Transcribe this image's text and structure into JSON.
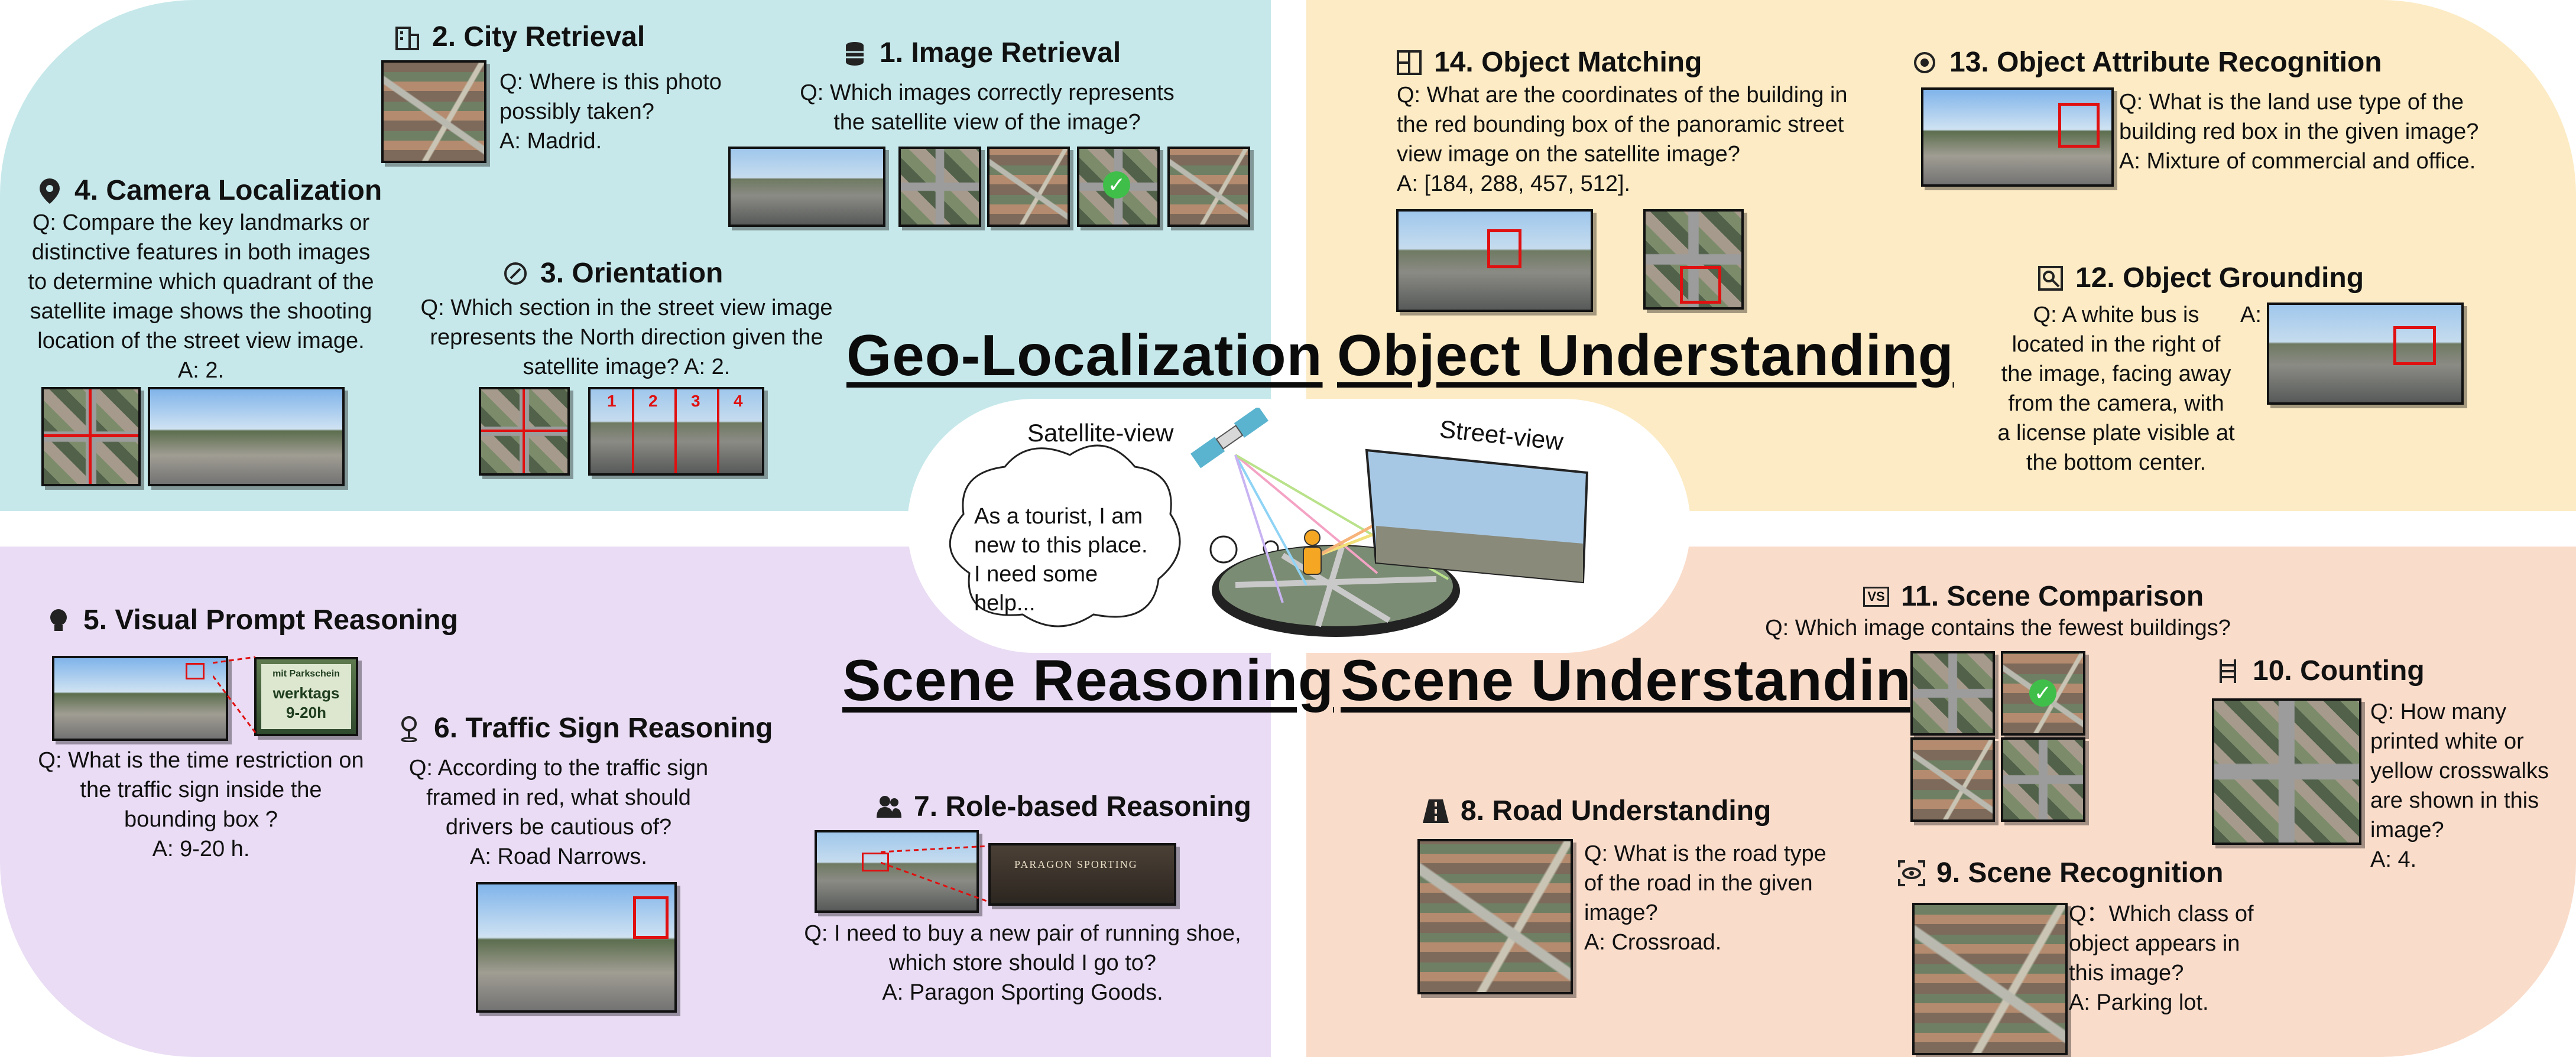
{
  "sections": {
    "geo": "Geo-Localization",
    "object": "Object Understanding",
    "reasoning": "Scene Reasoning",
    "understanding": "Scene Understanding"
  },
  "center": {
    "satellite_label": "Satellite-view",
    "street_label": "Street-view",
    "bubble": [
      "As a tourist, I am",
      "new to this place.",
      "I need some",
      "help..."
    ]
  },
  "tasks": {
    "t1": {
      "title": "1. Image Retrieval",
      "icon": "database-icon",
      "q": [
        "Q: Which images correctly represents",
        "the satellite view of the image?"
      ]
    },
    "t2": {
      "title": "2. City Retrieval",
      "icon": "city-building-icon",
      "q": [
        "Q: Where is this photo",
        "possibly taken?",
        "A: Madrid."
      ]
    },
    "t3": {
      "title": "3. Orientation",
      "icon": "compass-icon",
      "q": [
        "Q: Which section in the street view image",
        "represents the North direction given the",
        "satellite image?  A: 2."
      ],
      "sections": [
        "1",
        "2",
        "3",
        "4"
      ]
    },
    "t4": {
      "title": "4. Camera Localization",
      "icon": "location-pin-icon",
      "q": [
        "Q: Compare the key landmarks or",
        "distinctive features in both images",
        "to determine which quadrant of the",
        "satellite image shows the shooting",
        "location of the street view image.",
        "A: 2."
      ]
    },
    "t5": {
      "title": "5. Visual Prompt Reasoning",
      "icon": "lightbulb-icon",
      "q": [
        "Q: What is the time restriction on",
        "the traffic sign inside the",
        "bounding box ?",
        "A: 9-20 h."
      ],
      "sign_text": [
        "mit Parkschein",
        "werktags",
        "9-20h"
      ]
    },
    "t6": {
      "title": "6. Traffic Sign Reasoning",
      "icon": "map-pin-icon",
      "q": [
        "Q: According to the traffic sign",
        "framed in red, what should",
        "drivers be cautious of?",
        "A:  Road Narrows."
      ]
    },
    "t7": {
      "title": "7. Role-based Reasoning",
      "icon": "users-icon",
      "q": [
        "Q: I need to buy a new pair of running shoe,",
        "which store should I go to?",
        "A: Paragon Sporting Goods."
      ],
      "store_text": "PARAGON SPORTING"
    },
    "t8": {
      "title": "8. Road Understanding",
      "icon": "road-icon",
      "q": [
        "Q: What is the road type",
        "of the road in the given",
        "image?",
        "A: Crossroad."
      ]
    },
    "t9": {
      "title": "9. Scene Recognition",
      "icon": "eye-scan-icon",
      "q": [
        "Q：Which class of",
        "object appears in",
        "this image?",
        "A: Parking lot."
      ]
    },
    "t10": {
      "title": "10. Counting",
      "icon": "ladder-icon",
      "q": [
        "Q: How many",
        "printed white or",
        "yellow crosswalks",
        "are shown in this",
        "image?",
        "A: 4."
      ]
    },
    "t11": {
      "title": "11. Scene Comparison",
      "icon": "vs-icon",
      "icon_text": "VS",
      "q": [
        "Q: Which image contains the fewest buildings?"
      ]
    },
    "t12": {
      "title": "12. Object Grounding",
      "icon": "magnifier-icon",
      "q": [
        "Q: A white bus is",
        "located in the right of",
        "the image, facing away",
        "from the camera, with",
        "a license plate visible at",
        "the bottom center."
      ],
      "a_label": "A:"
    },
    "t13": {
      "title": "13. Object Attribute Recognition",
      "icon": "target-icon",
      "q": [
        "Q: What is the land use type of the",
        "building red box in the given image?",
        "A: Mixture of commercial and office."
      ]
    },
    "t14": {
      "title": "14. Object Matching",
      "icon": "match-grid-icon",
      "q": [
        "Q: What are the coordinates of the building in",
        "the red bounding box of the panoramic street",
        "view image on the satellite image?",
        "A: [184, 288, 457, 512]."
      ]
    }
  },
  "check_glyph": "✓",
  "colors": {
    "geo_bg": "#c6e8ea",
    "object_bg": "#fcebc4",
    "reasoning_bg": "#e9dcf4",
    "understanding_bg": "#fadcca",
    "highlight": "#e01010"
  }
}
